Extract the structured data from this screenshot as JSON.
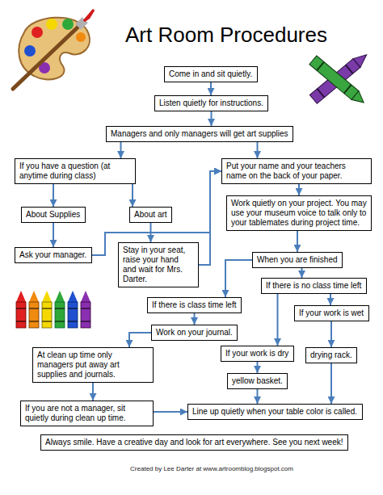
{
  "diagram": {
    "title": "Art Room Procedures",
    "nodes": [
      {
        "text": [
          "Come in and sit quietly."
        ]
      },
      {
        "text": [
          "Listen quietly for instructions."
        ]
      },
      {
        "text": [
          "Managers and only managers will get art supplies"
        ]
      },
      {
        "text": [
          "If you have a question (at anytime during class)"
        ]
      },
      {
        "text": [
          "Put your name and your teachers name on the back of your paper."
        ]
      },
      {
        "text": [
          "About Supplies"
        ]
      },
      {
        "text": [
          "About art"
        ]
      },
      {
        "text": [
          "Work quietly on your project. You may use your museum voice to talk only to your tablemates during project time."
        ]
      },
      {
        "text": [
          "Ask your manager."
        ]
      },
      {
        "text": [
          "Stay in your seat, raise your hand and wait for Mrs. Darter."
        ]
      },
      {
        "text": [
          "When you are finished"
        ]
      },
      {
        "text": [
          "If there is class time left"
        ]
      },
      {
        "text": [
          "If there is no class time left"
        ]
      },
      {
        "text": [
          "Work on your journal."
        ]
      },
      {
        "text": [
          "If your work is wet"
        ]
      },
      {
        "text": [
          "At clean up time only managers put away art supplies and journals."
        ]
      },
      {
        "text": [
          "If your work is dry"
        ]
      },
      {
        "text": [
          "drying rack."
        ]
      },
      {
        "text": [
          "yellow basket."
        ]
      },
      {
        "text": [
          "If you are not a manager, sit quietly during clean up time."
        ]
      },
      {
        "text": [
          "Line up quietly when your table color is called."
        ]
      },
      {
        "text": [
          "Always smile. Have a creative day and look for art everywhere. See you next week!"
        ]
      }
    ],
    "edges": [
      {
        "from": 0,
        "to": 1,
        "arrow": "to"
      },
      {
        "from": 1,
        "to": 2,
        "arrow": "to"
      },
      {
        "from": 2,
        "to": 3,
        "arrow": "to"
      },
      {
        "from": 2,
        "to": 4,
        "arrow": "to"
      },
      {
        "from": 3,
        "to": 5,
        "arrow": "to"
      },
      {
        "from": 3,
        "to": 6,
        "arrow": "to"
      },
      {
        "from": 4,
        "to": 7,
        "arrow": "to"
      },
      {
        "from": 5,
        "to": 8,
        "arrow": "to"
      },
      {
        "from": 6,
        "to": 9,
        "arrow": "to"
      },
      {
        "from": 8,
        "to": 4,
        "arrow": "to"
      },
      {
        "from": 9,
        "to": 4,
        "arrow": "to"
      },
      {
        "from": 7,
        "to": 10,
        "arrow": "to"
      },
      {
        "from": 10,
        "to": 11,
        "arrow": "to"
      },
      {
        "from": 10,
        "to": 12,
        "arrow": "to"
      },
      {
        "from": 11,
        "to": 13,
        "arrow": "to"
      },
      {
        "from": 12,
        "to": 14,
        "arrow": "to"
      },
      {
        "from": 12,
        "to": 16,
        "arrow": "to"
      },
      {
        "from": 14,
        "to": 17,
        "arrow": "to"
      },
      {
        "from": 16,
        "to": 18,
        "arrow": "to"
      },
      {
        "from": 13,
        "to": 15,
        "arrow": "to"
      },
      {
        "from": 15,
        "to": 19,
        "arrow": "to"
      },
      {
        "from": 19,
        "to": 20,
        "arrow": "to"
      },
      {
        "from": 17,
        "to": 20,
        "arrow": "to"
      },
      {
        "from": 18,
        "to": 20,
        "arrow": "to"
      }
    ],
    "labels": [
      "Created by Lee Darter at www.artroomblog.blogspot.com"
    ]
  }
}
